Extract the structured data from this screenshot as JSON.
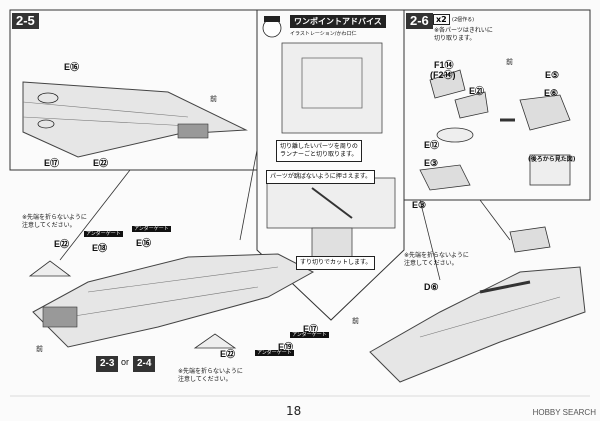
{
  "steps": {
    "s25": "2-5",
    "s26": "2-6",
    "s23": "2-3",
    "or": "or",
    "s24": "2-4"
  },
  "advice": {
    "title": "ワンポイントアドバイス",
    "credit": "イラストレーション/かわ口仁",
    "tip1": "切り離したいパーツを周りの\nランナーごと切り取ります。",
    "tip2": "パーツが跳ばないように押さえます。",
    "tip3": "すり切りでカットします。"
  },
  "x2": {
    "mark": "x2",
    "sub": "(2個作る)",
    "note": "※各パーツはきれいに\n切り取ります。"
  },
  "labels": {
    "e16": "E⑯",
    "e17": "E⑰",
    "e22": "E㉒",
    "e18": "E⑱",
    "e19": "E⑲",
    "f1": "F1⑭",
    "f2": "(F2⑭)",
    "e21": "E㉑",
    "e12": "E⑫",
    "e3": "E③",
    "e5": "E⑤",
    "e6": "E⑥",
    "d6": "D⑥"
  },
  "notes": {
    "noBend": "※先端を折らないように\n注意してください。",
    "back": "(後ろから見た図)",
    "front": "前"
  },
  "badges": {
    "under": "アンダーゲート"
  },
  "page_number": "18",
  "watermark": "HOBBY SEARCH"
}
